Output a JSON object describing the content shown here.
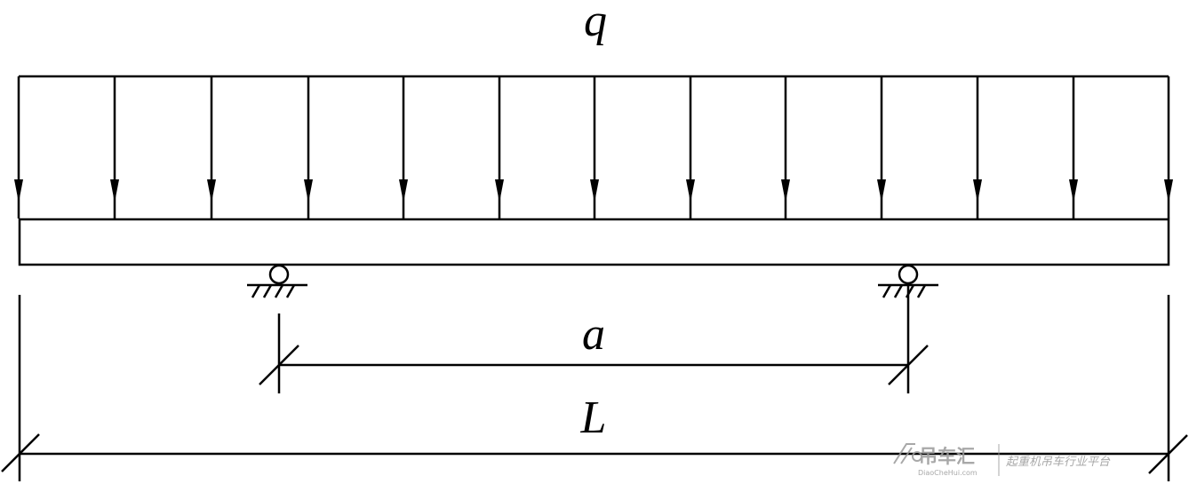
{
  "labels": {
    "load": "q",
    "support_span": "a",
    "total_length": "L"
  },
  "watermark": {
    "brand": "吊车汇",
    "domain": "DiaoCheHui.com",
    "slogan": "起重机吊车行业平台",
    "icon": "crane-logo-icon"
  },
  "colors": {
    "stroke": "#000000",
    "watermark": "#9a9a9a"
  }
}
